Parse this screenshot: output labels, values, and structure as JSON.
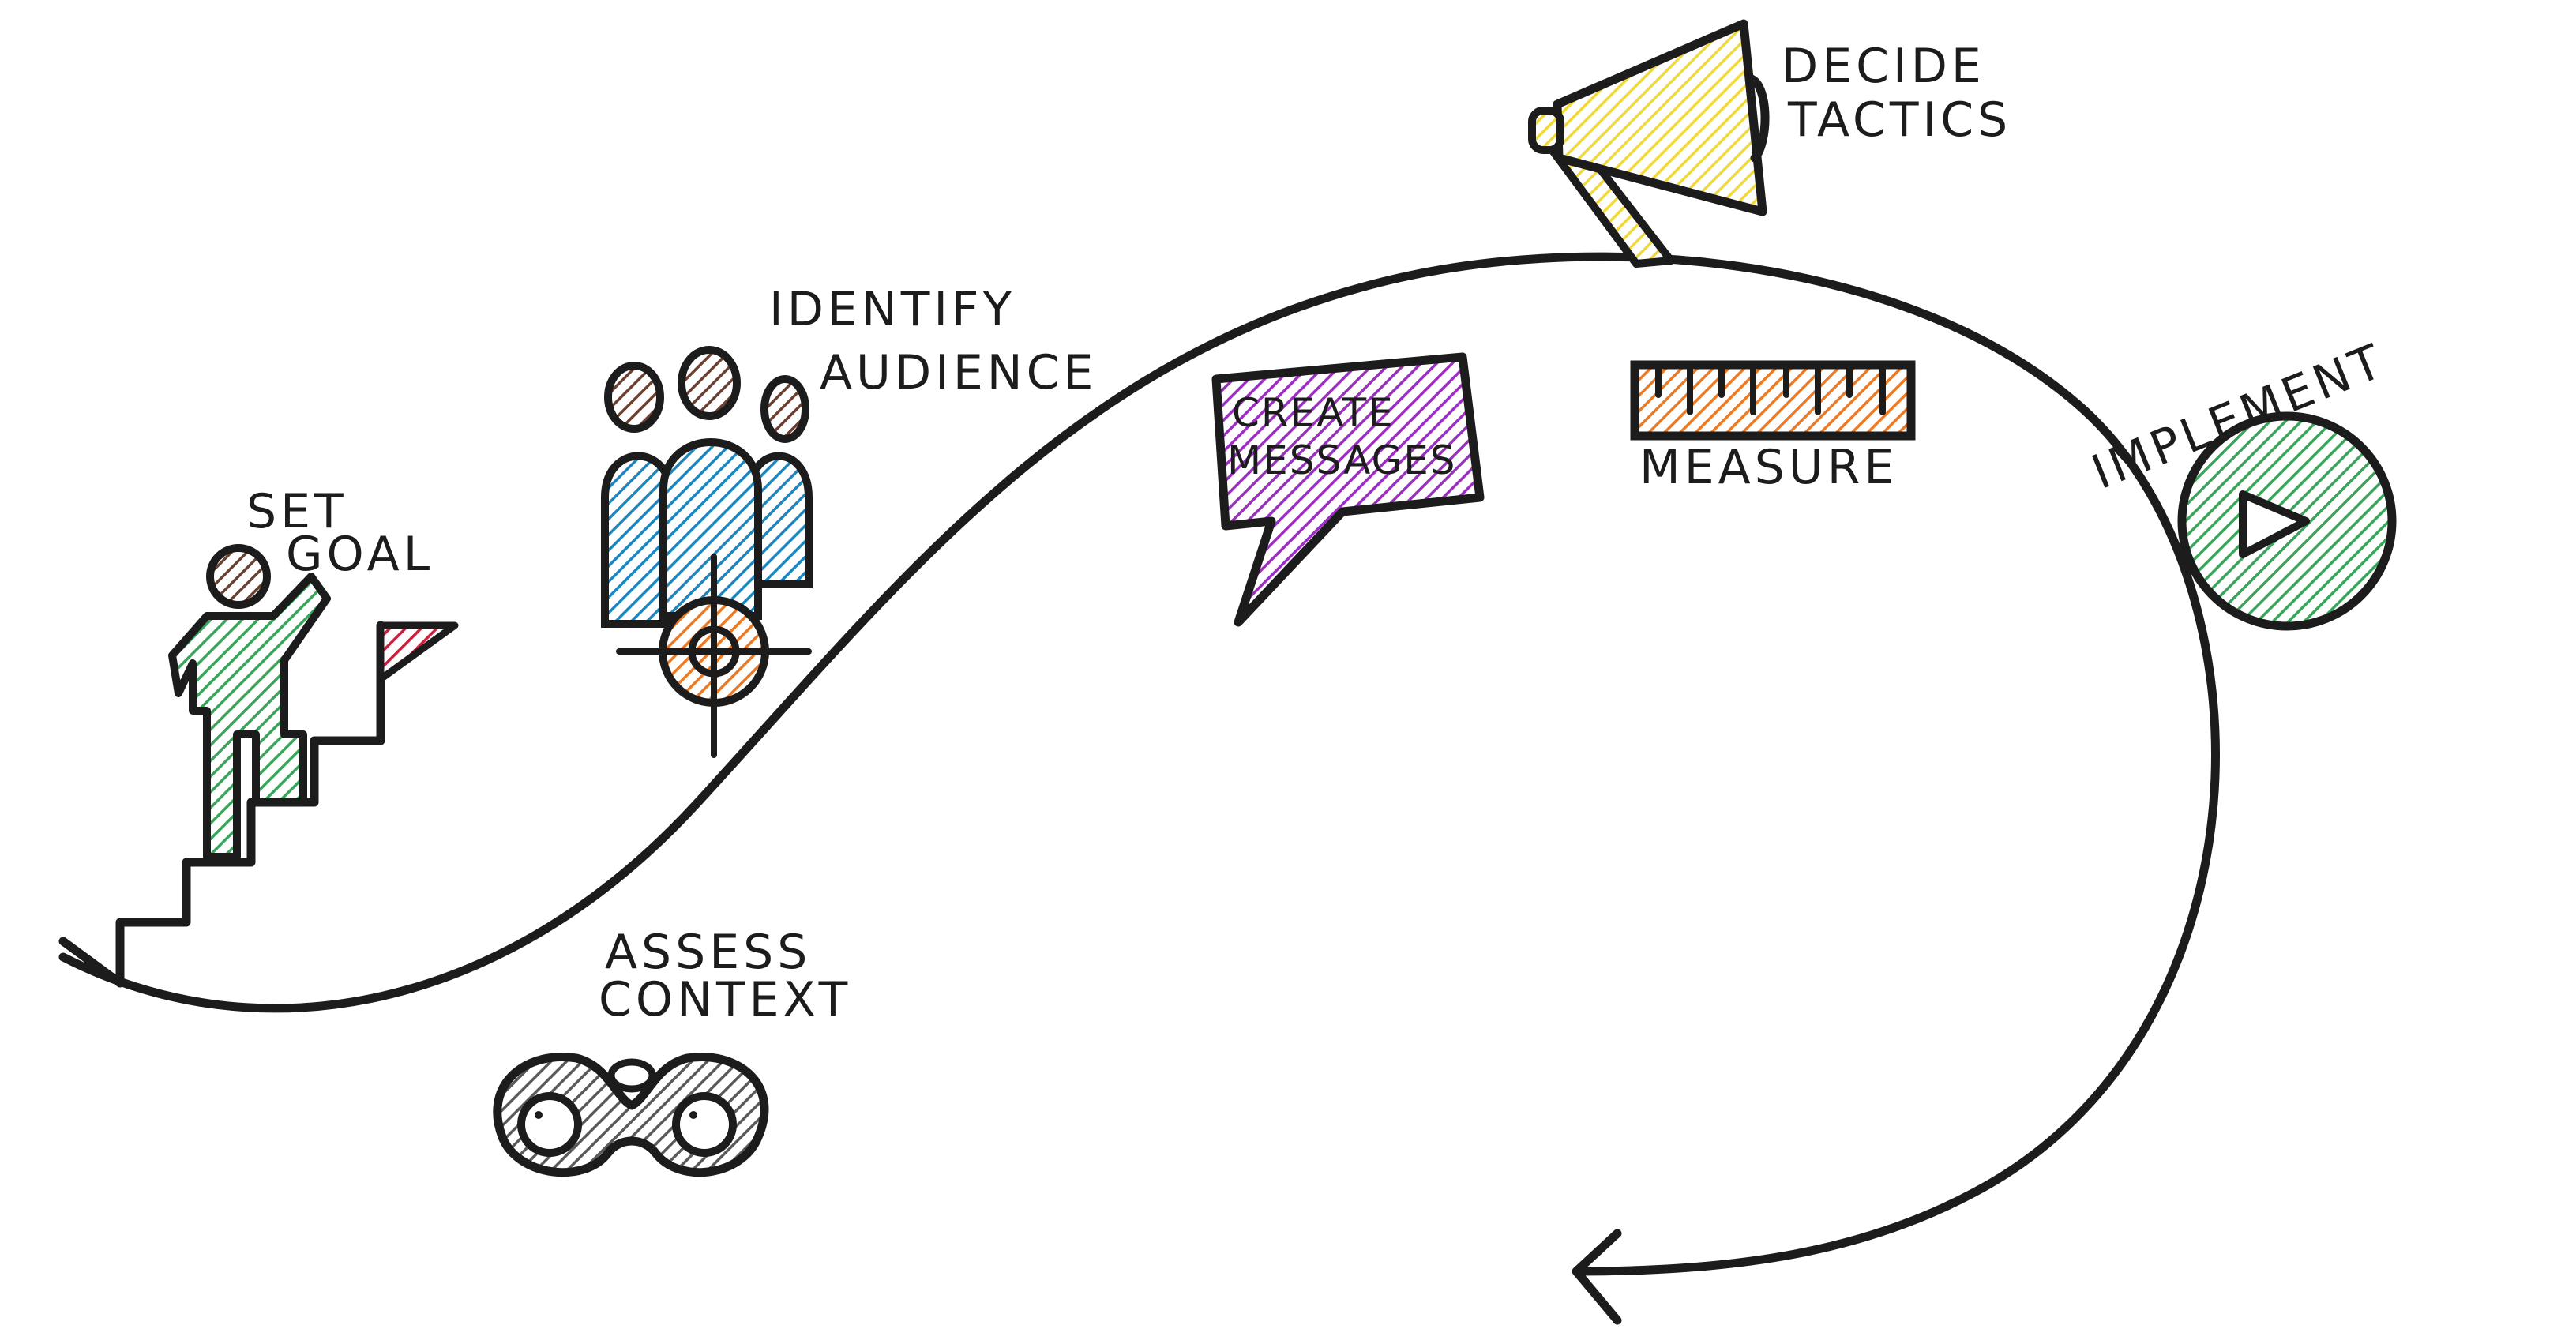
{
  "steps": {
    "set_goal": {
      "line1": "SET",
      "line2": "GOAL",
      "color": "#3aa55a",
      "flag_color": "#c8203e"
    },
    "assess_context": {
      "line1": "ASSESS",
      "line2": "CONTEXT",
      "color": "#5a5a5a"
    },
    "identify_audience": {
      "line1": "IDENTIFY",
      "line2": "AUDIENCE",
      "color": "#1b86bf",
      "target_color": "#ec7a24",
      "head_color": "#6b4030"
    },
    "create_messages": {
      "line1": "CREATE",
      "line2": "MESSAGES",
      "color": "#9b2fbf"
    },
    "decide_tactics": {
      "line1": "DECIDE",
      "line2": "TACTICS",
      "color": "#f2d93a"
    },
    "measure": {
      "line1": "MEASURE",
      "color": "#ec7a24"
    },
    "implement": {
      "line1": "IMPLEMENT",
      "color": "#3aa55a"
    }
  },
  "icons": {
    "set_goal": "person-climbing-stairs-with-flag-icon",
    "assess_context": "binoculars-icon",
    "identify_audience": "audience-with-target-icon",
    "create_messages": "speech-bubble-icon",
    "decide_tactics": "megaphone-icon",
    "measure": "ruler-icon",
    "implement": "play-button-icon"
  }
}
